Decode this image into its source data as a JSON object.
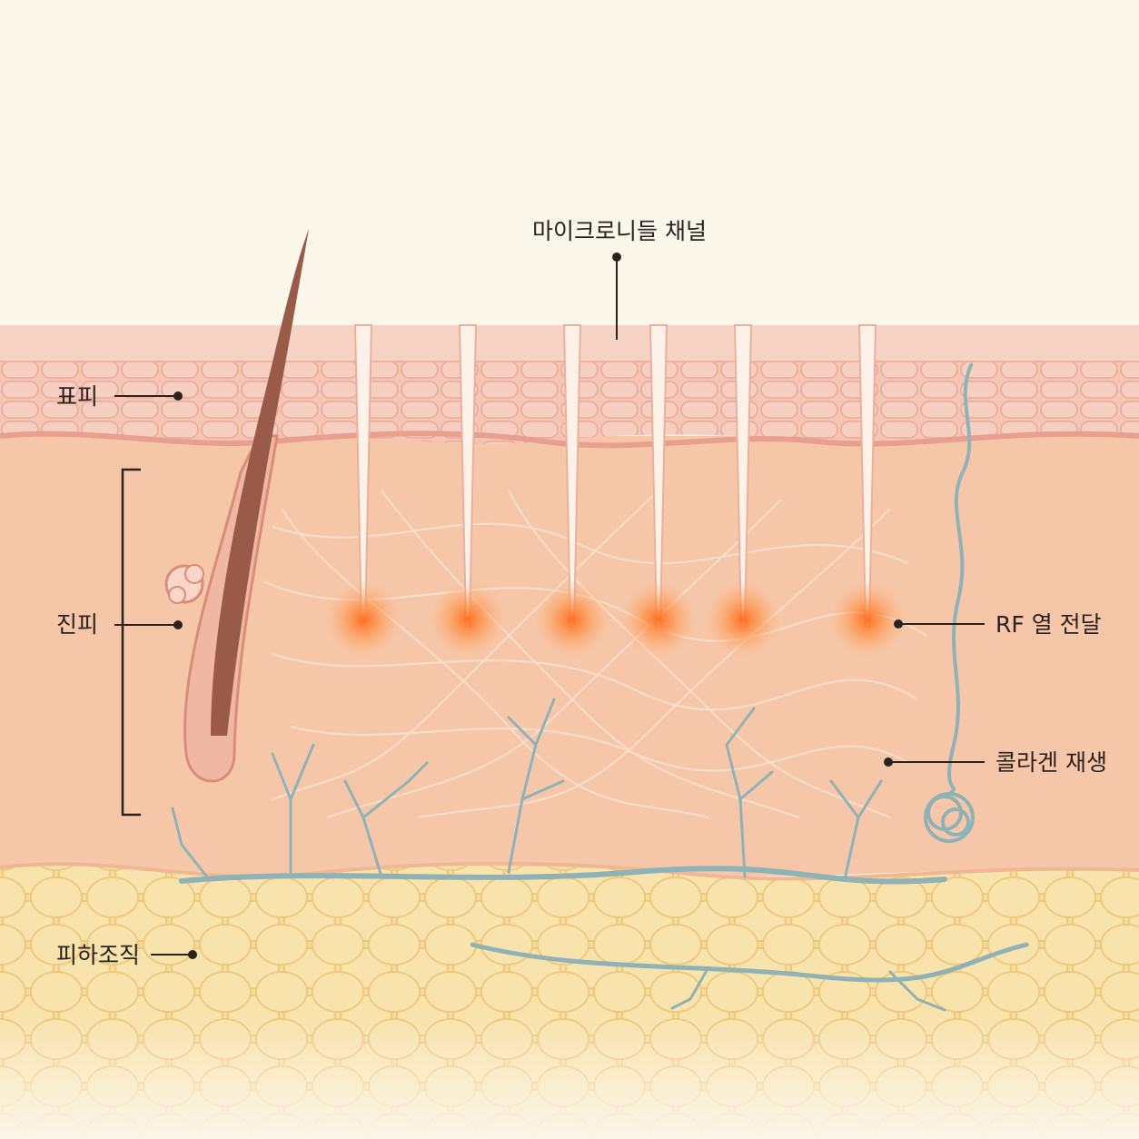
{
  "labels": {
    "epidermis": "표피",
    "dermis": "진피",
    "subcutis": "피하조직",
    "channel": "마이크로니들 채널",
    "rf": "RF 열 전달",
    "collagen": "콜라겐 재생"
  },
  "colors": {
    "background": "#fbf6ea",
    "epidermis_top": "#f7d3c6",
    "epidermis_cells": "#efb2a2",
    "dermis": "#f6c6a8",
    "subcutis": "#f6dc9c",
    "rf_glow": "#ff7a2a",
    "vessel": "#8fb2b6",
    "hair": "#9a5a4a",
    "label_text": "#2b2220"
  },
  "elements": {
    "needle_count": 6
  }
}
